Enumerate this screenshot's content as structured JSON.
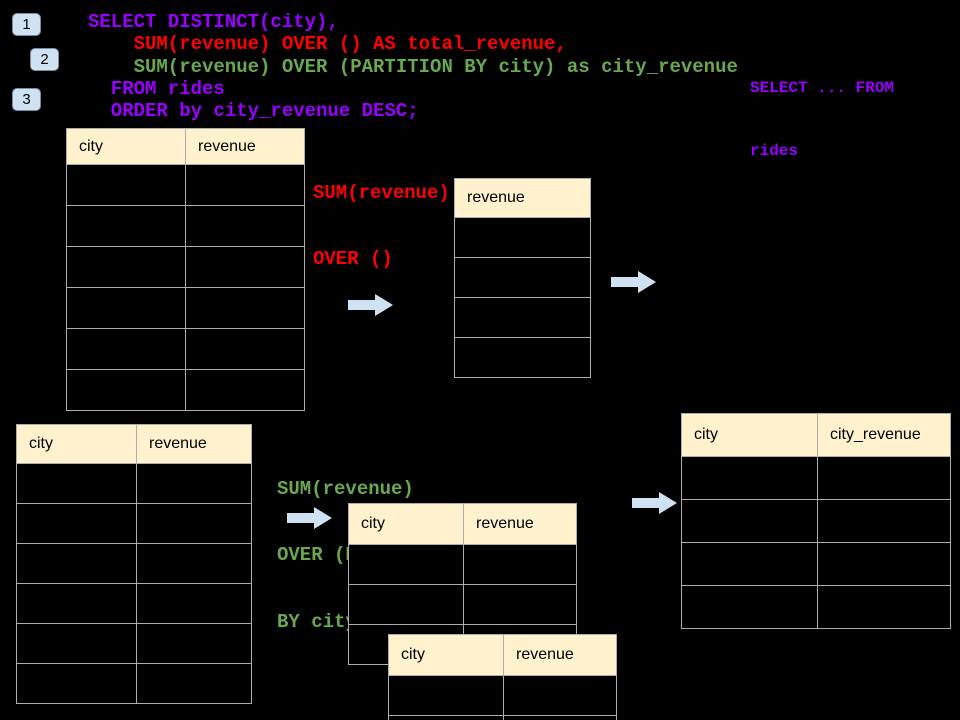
{
  "step_badges": [
    "1",
    "2",
    "3"
  ],
  "sql_code": {
    "lines": [
      {
        "text": "SELECT DISTINCT(city),",
        "color": "purple"
      },
      {
        "text": "SUM(revenue) OVER () AS total_revenue,",
        "color": "red"
      },
      {
        "text": "SUM(revenue) OVER (PARTITION BY city) as city_revenue",
        "color": "green"
      },
      {
        "text": "FROM rides",
        "color": "purple"
      },
      {
        "text": "ORDER by city_revenue DESC;",
        "color": "purple"
      }
    ]
  },
  "side_snippet": {
    "lines": [
      "SELECT ... FROM",
      "rides"
    ],
    "color": "purple"
  },
  "annotations": {
    "total_window": {
      "lines": [
        "SUM(revenue)",
        "OVER ()"
      ],
      "color": "red"
    },
    "partition_window": {
      "lines": [
        "SUM(revenue)",
        "OVER (PARTITION",
        "BY city)"
      ],
      "color": "green"
    }
  },
  "tables": {
    "source_top": {
      "headers": [
        "city",
        "revenue"
      ],
      "empty_rows": 6
    },
    "total_revenue": {
      "headers": [
        "revenue"
      ],
      "empty_rows": 4
    },
    "source_bottom": {
      "headers": [
        "city",
        "revenue"
      ],
      "empty_rows": 6
    },
    "partition_first": {
      "headers": [
        "city",
        "revenue"
      ],
      "empty_rows": 3
    },
    "partition_second": {
      "headers": [
        "city",
        "revenue"
      ],
      "empty_rows": 2
    },
    "result": {
      "headers": [
        "city",
        "city_revenue"
      ],
      "empty_rows": 4
    }
  },
  "colors": {
    "background": "#000000",
    "sql_purple": "#9900ff",
    "sql_red": "#ff0000",
    "sql_green": "#6aa84f",
    "table_header_fill": "#fff2cc",
    "table_border": "#adadad",
    "arrow_fill": "#cfe2f3",
    "badge_fill": "#cfe2f3"
  }
}
